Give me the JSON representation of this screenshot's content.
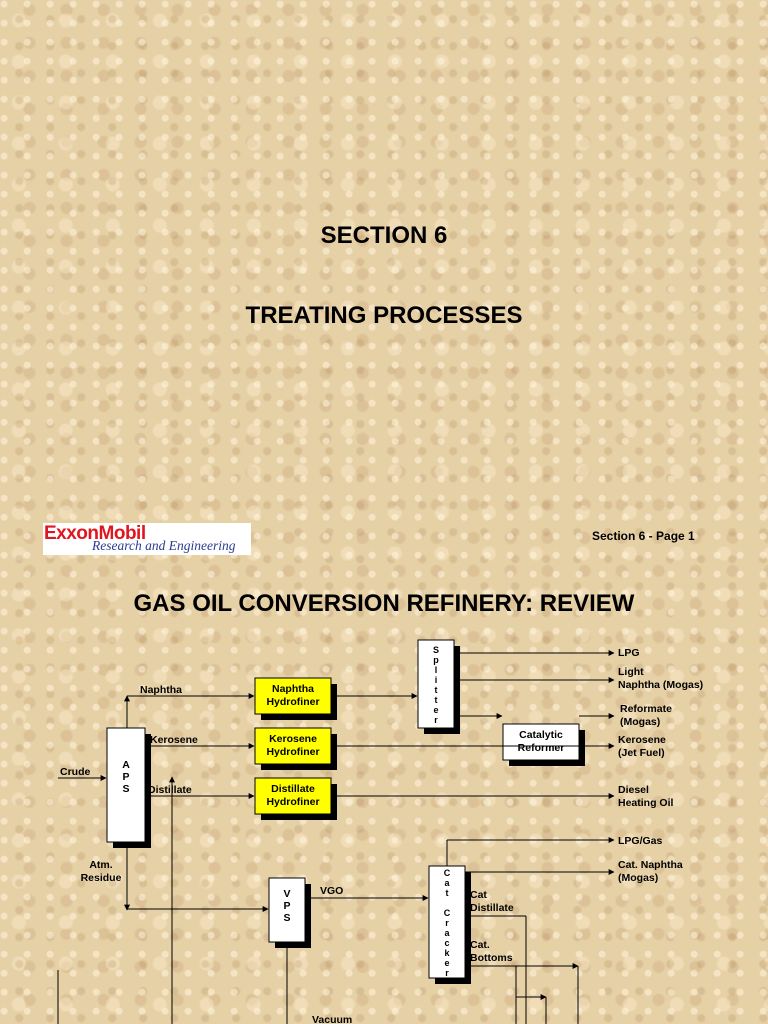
{
  "section_title": "SECTION 6",
  "section_subtitle": "TREATING PROCESSES",
  "logo": {
    "brand": "ExxonMobil",
    "subtitle": "Research and Engineering"
  },
  "page_label": "Section 6 - Page 1",
  "diagram_title": "GAS OIL CONVERSION REFINERY: REVIEW",
  "units": {
    "aps": [
      "A",
      "P",
      "S"
    ],
    "vps": [
      "V",
      "P",
      "S"
    ],
    "splitter": [
      "S",
      "p",
      "l",
      "i",
      "t",
      "t",
      "e",
      "r"
    ],
    "cat_cracker": [
      "C",
      "a",
      "t",
      "",
      "C",
      "r",
      "a",
      "c",
      "k",
      "e",
      "r"
    ],
    "naphtha_hydrofiner": [
      "Naphtha",
      "Hydrofiner"
    ],
    "kerosene_hydrofiner": [
      "Kerosene",
      "Hydrofiner"
    ],
    "distillate_hydrofiner": [
      "Distillate",
      "Hydrofiner"
    ],
    "catalytic_reformer": [
      "Catalytic",
      "Reformer"
    ]
  },
  "streams": {
    "crude": "Crude",
    "naphtha": "Naphtha",
    "kerosene": "Kerosene",
    "distillate": "Distillate",
    "atm_residue": [
      "Atm.",
      "Residue"
    ],
    "vgo": "VGO",
    "vacuum": "Vacuum",
    "cat_distillate": [
      "Cat",
      "Distillate"
    ],
    "cat_bottoms": [
      "Cat.",
      "Bottoms"
    ]
  },
  "products": {
    "lpg": "LPG",
    "light_naphtha": [
      "Light",
      "Naphtha (Mogas)"
    ],
    "reformate": [
      "Reformate",
      "(Mogas)"
    ],
    "kerosene_jet": [
      "Kerosene",
      "(Jet Fuel)"
    ],
    "diesel": [
      "Diesel",
      "Heating Oil"
    ],
    "lpg_gas": "LPG/Gas",
    "cat_naphtha": [
      "Cat. Naphtha",
      "(Mogas)"
    ]
  },
  "colors": {
    "hydrofiner_fill": "#ffff00",
    "box_fill": "#ffffff",
    "shadow": "#000000",
    "logo_red": "#e0161e",
    "logo_blue": "#2a3b8f"
  }
}
